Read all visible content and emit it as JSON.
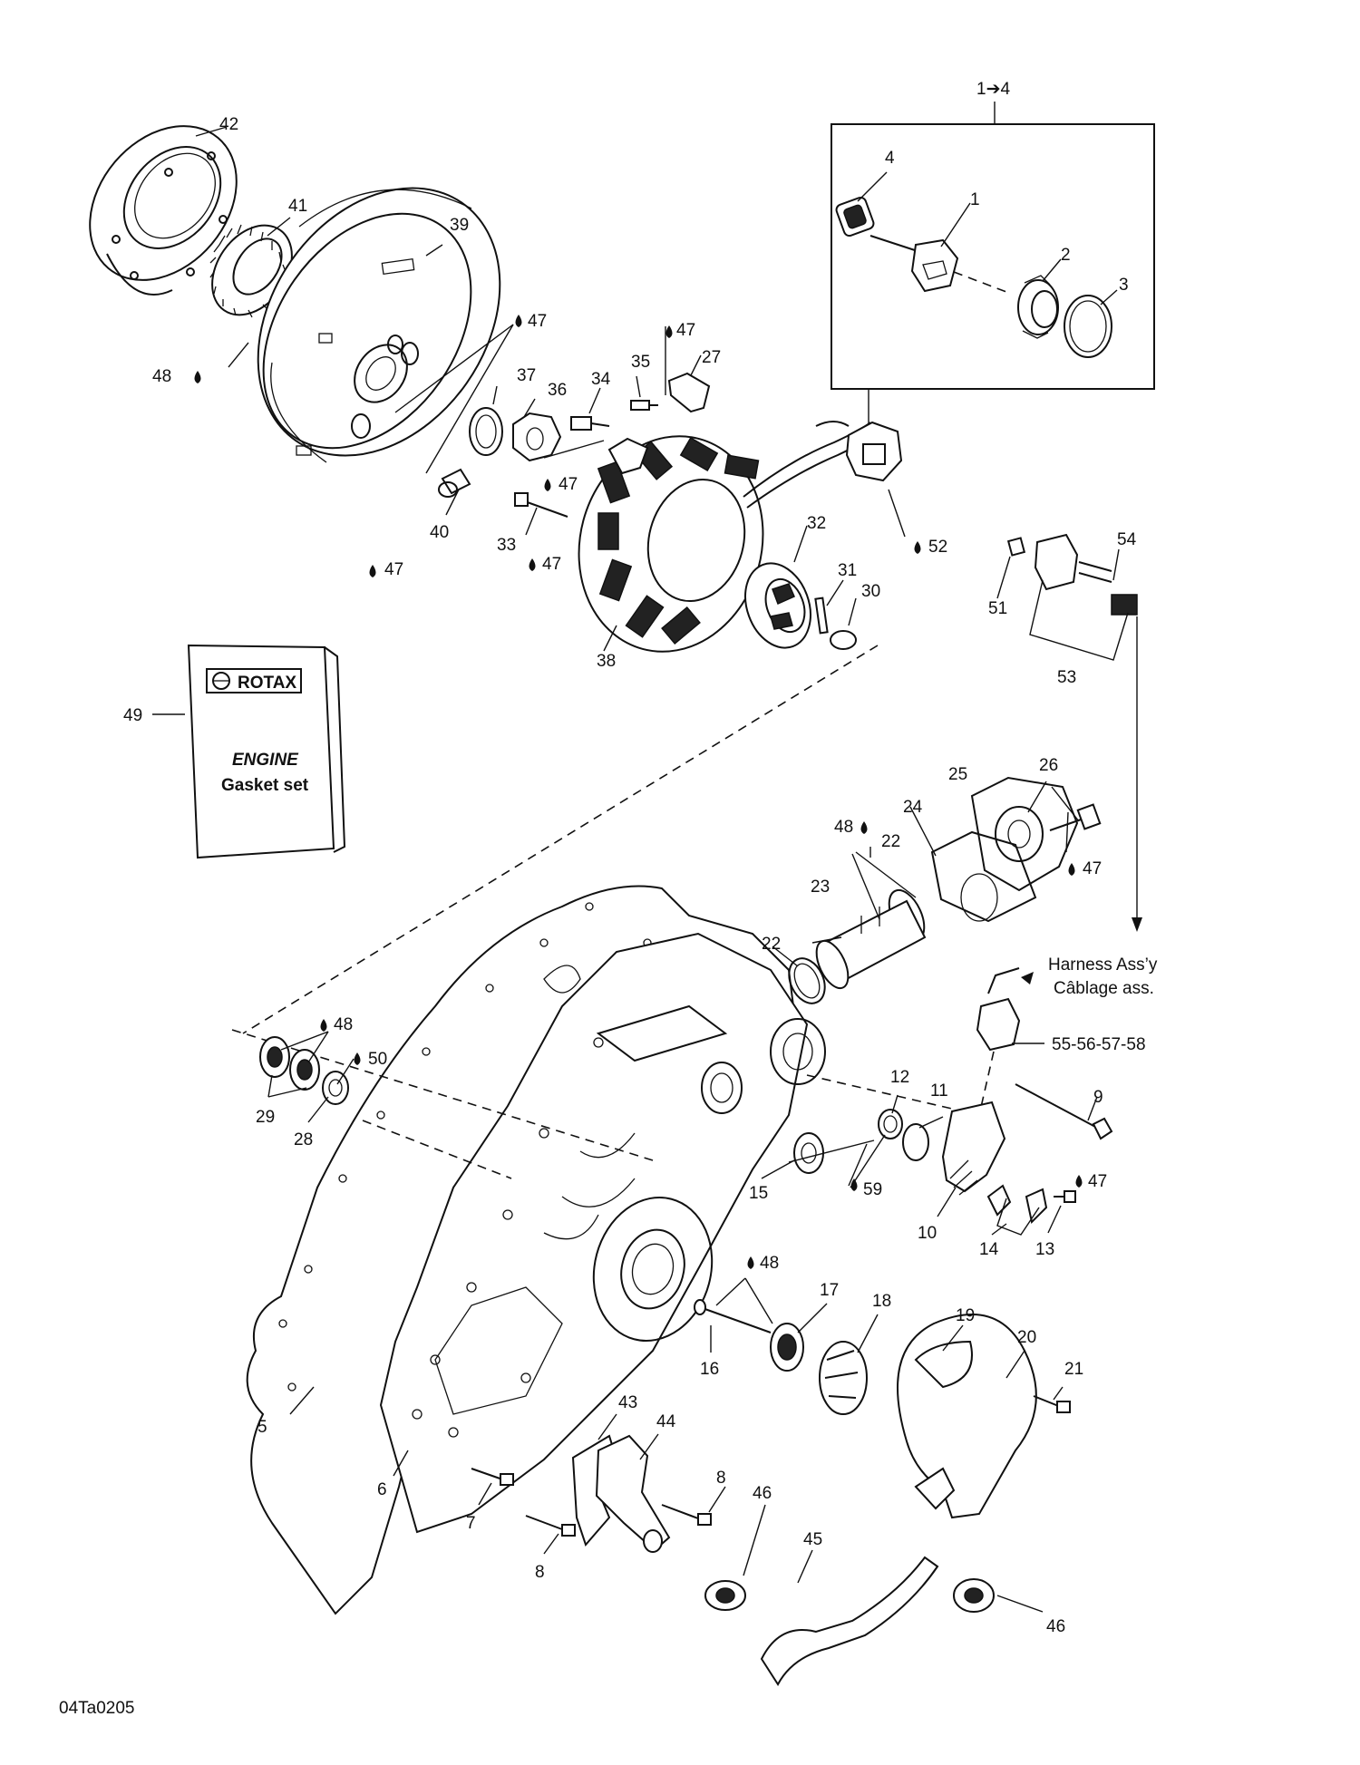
{
  "group_label": "1➔4",
  "booklet": {
    "brand": "ROTAX",
    "line1": "ENGINE",
    "line2": "Gasket set"
  },
  "harness": {
    "line1": "Harness Ass’y",
    "line2": "Câblage ass."
  },
  "connector_parts": "55-56-57-58",
  "footer_code": "04Ta0205",
  "callouts": [
    "42",
    "41",
    "39",
    "48",
    "47",
    "37",
    "36",
    "34",
    "35",
    "47",
    "27",
    "4",
    "1",
    "2",
    "3",
    "47",
    "40",
    "47",
    "33",
    "47",
    "38",
    "32",
    "31",
    "30",
    "52",
    "51",
    "54",
    "53",
    "49",
    "25",
    "26",
    "24",
    "48",
    "22",
    "47",
    "23",
    "22",
    "48",
    "50",
    "29",
    "28",
    "12",
    "11",
    "9",
    "15",
    "59",
    "10",
    "14",
    "47",
    "13",
    "48",
    "17",
    "18",
    "19",
    "20",
    "21",
    "16",
    "43",
    "44",
    "5",
    "6",
    "7",
    "8",
    "8",
    "46",
    "45",
    "46"
  ]
}
